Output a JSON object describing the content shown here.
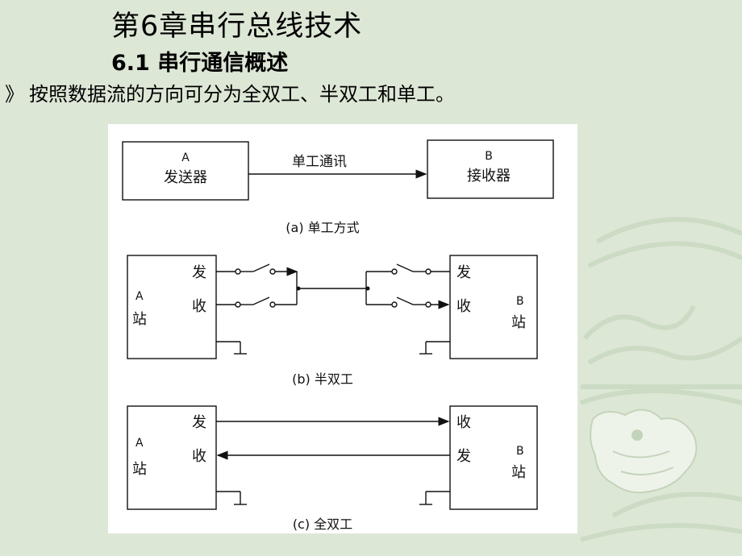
{
  "slide": {
    "title": "第6章串行总线技术",
    "subtitle": "6.1  串行通信概述",
    "bullet_mark": "》",
    "bullet_text": "按照数据流的方向可分为全双工、半双工和单工。"
  },
  "figure": {
    "simplex": {
      "sender_letter": "A",
      "sender_label": "发送器",
      "arrow_label": "单工通讯",
      "receiver_letter": "B",
      "receiver_label": "接收器",
      "caption": "(a) 单工方式"
    },
    "half_duplex": {
      "a_send": "发",
      "a_recv": "收",
      "a_letter": "A",
      "a_station": "站",
      "b_send": "发",
      "b_recv": "收",
      "b_letter": "B",
      "b_station": "站",
      "caption": "(b) 半双工"
    },
    "full_duplex": {
      "a_send": "发",
      "a_recv": "收",
      "a_letter": "A",
      "a_station": "站",
      "b_recv": "收",
      "b_send": "发",
      "b_letter": "B",
      "b_station": "站",
      "caption": "(c) 全双工"
    }
  },
  "colors": {
    "background": "#dde7d6",
    "decoration": "#c9d8c0",
    "figure_bg": "#ffffff",
    "ink": "#111111"
  }
}
